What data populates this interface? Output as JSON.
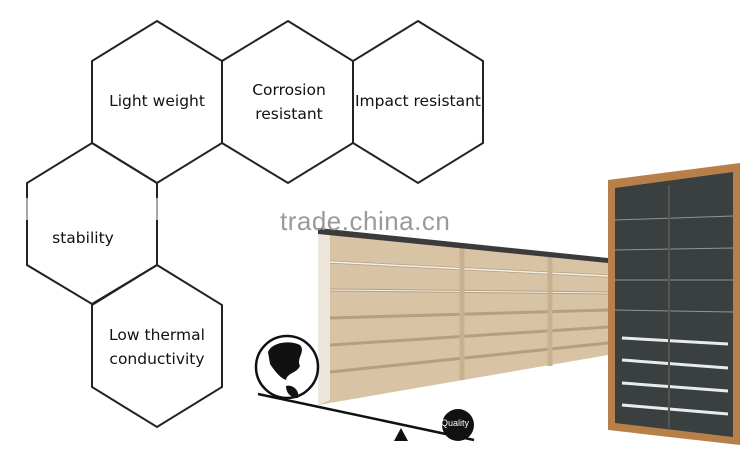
{
  "features": [
    {
      "label": "Light weight"
    },
    {
      "label": "Corrosion resistant"
    },
    {
      "label": "Impact resistant"
    },
    {
      "label": "stability"
    },
    {
      "label": "Low thermal conductivity"
    }
  ],
  "watermark": "trade.china.cn",
  "balance": {
    "weight_label": "Quality"
  },
  "colors": {
    "hex_stroke": "#222222",
    "panel_beige": "#d8c3a5",
    "frame_wood": "#b7804a",
    "louver_dark": "#3a3f3f"
  }
}
